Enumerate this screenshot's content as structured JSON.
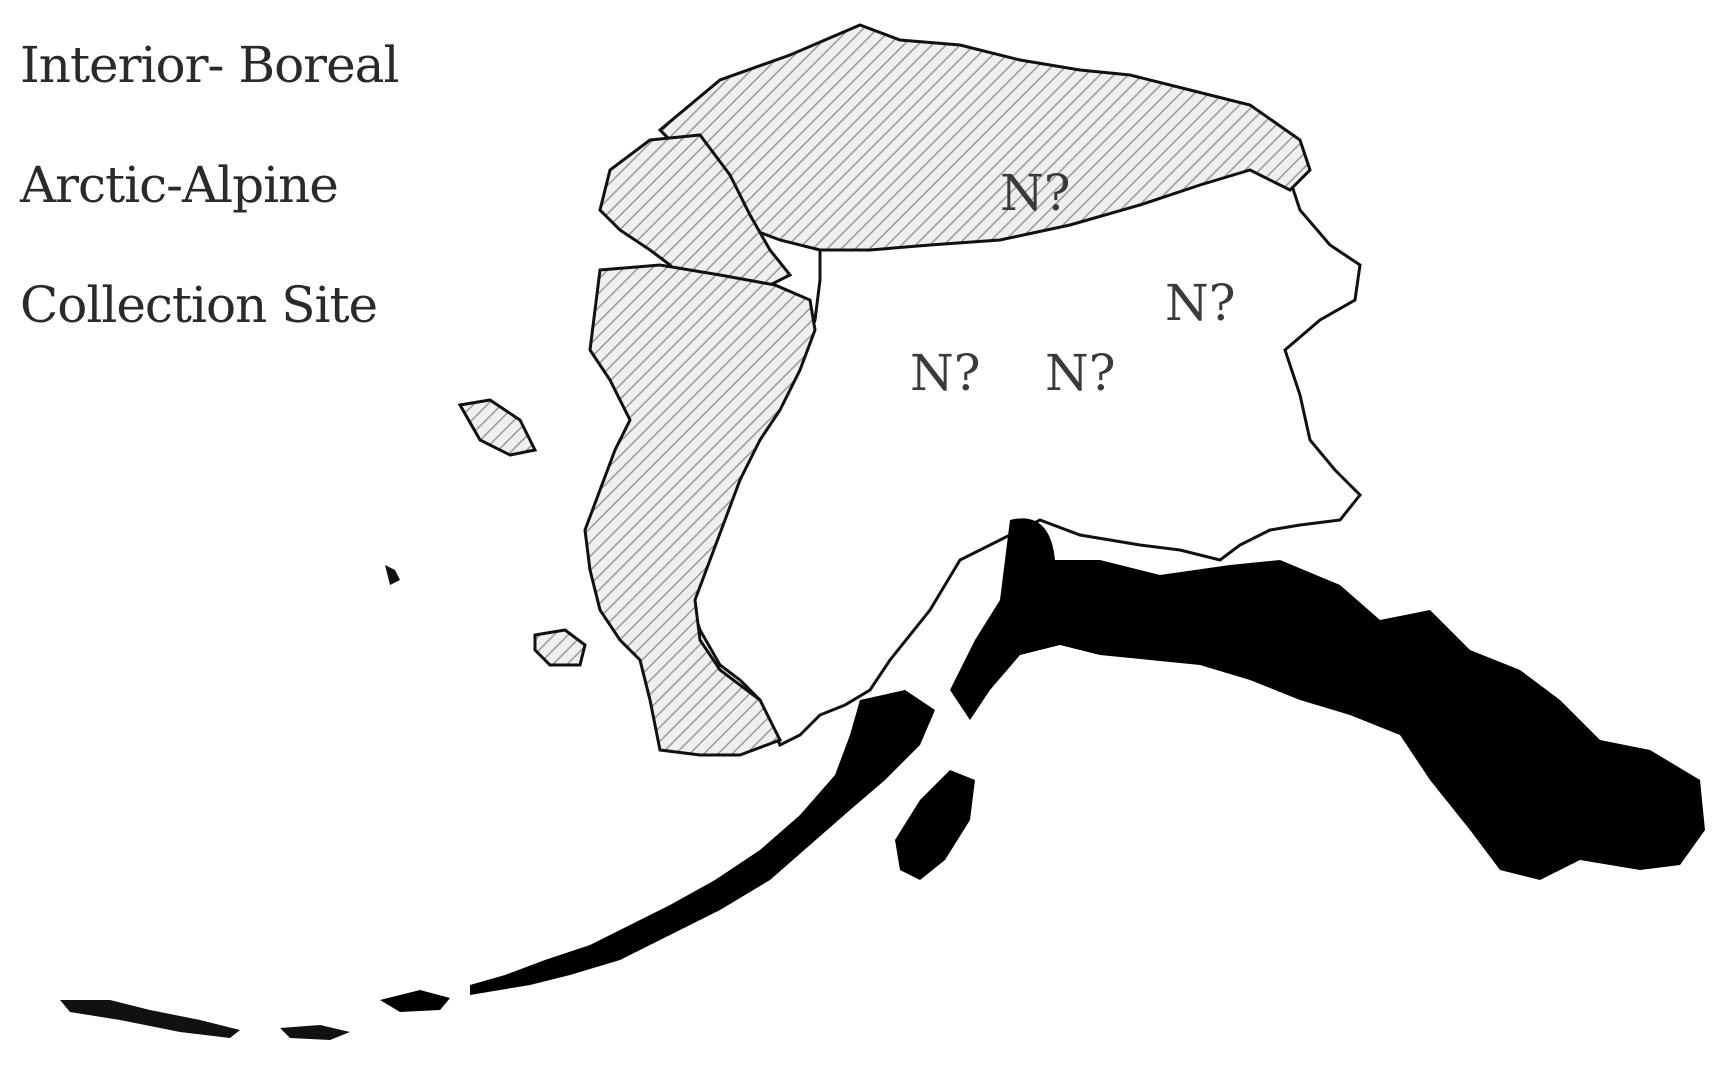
{
  "legend": {
    "items": [
      {
        "label": "Interior- Boreal"
      },
      {
        "label": "Arctic-Alpine"
      },
      {
        "label": "Collection Site"
      }
    ]
  },
  "map": {
    "region_labels": [
      "N?",
      "N?",
      "N?",
      "N?"
    ]
  },
  "colors": {
    "hatched_region": "#bdbdbd",
    "coastal_region": "#000000",
    "outline": "#111111",
    "background": "#ffffff"
  }
}
